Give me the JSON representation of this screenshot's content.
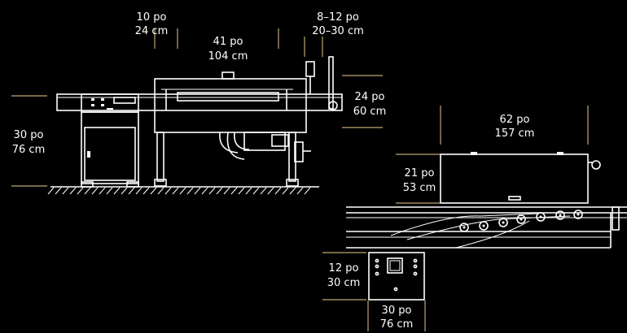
{
  "labels": {
    "left_length": {
      "imperial": "10 po",
      "metric": "24 cm"
    },
    "hood_length": {
      "imperial": "41 po",
      "metric": "104 cm"
    },
    "discharge_length": {
      "imperial": "8–12 po",
      "metric": "20–30 cm"
    },
    "hood_height": {
      "imperial": "24 po",
      "metric": "60 cm"
    },
    "table_height": {
      "imperial": "30 po",
      "metric": "76 cm"
    },
    "top_length": {
      "imperial": "62 po",
      "metric": "157 cm"
    },
    "top_height": {
      "imperial": "21 po",
      "metric": "53 cm"
    },
    "panel_height": {
      "imperial": "12 po",
      "metric": "30 cm"
    },
    "panel_width": {
      "imperial": "30 po",
      "metric": "76 cm"
    }
  },
  "colors": {
    "background": "#000000",
    "line": "#ffffff",
    "dimension_line": "#bfa674"
  }
}
